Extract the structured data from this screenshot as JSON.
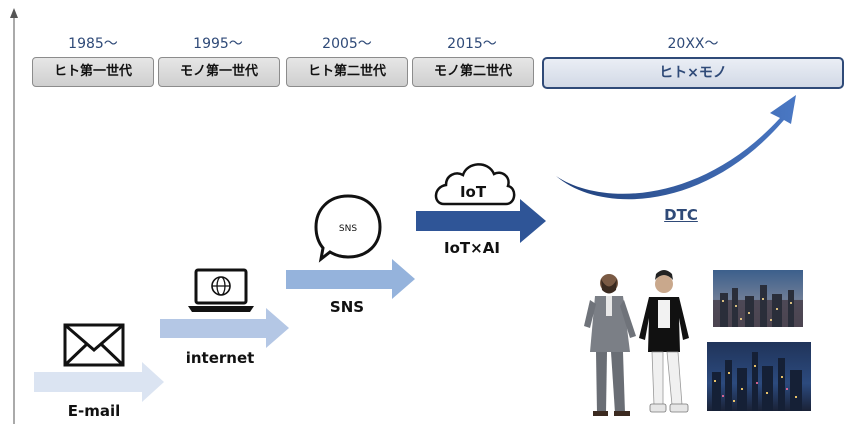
{
  "years": [
    "1985〜",
    "1995〜",
    "2005〜",
    "2015〜",
    "20XX〜"
  ],
  "eras": [
    "ヒト第一世代",
    "モノ第一世代",
    "ヒト第二世代",
    "モノ第二世代",
    "ヒト×モノ"
  ],
  "stages": {
    "email": "E-mail",
    "internet": "internet",
    "sns": "SNS",
    "sns_bubble": "SNS",
    "iot_ai": "IoT×AI",
    "iot_cloud": "IoT",
    "dtc": "DTC"
  },
  "icons": [
    "envelope-icon",
    "laptop-globe-icon",
    "speech-bubble-icon",
    "cloud-icon",
    "curved-arrow-icon"
  ],
  "colors": {
    "arrow_lightest": "#dbe4f2",
    "arrow_light": "#b4c7e5",
    "arrow_mid": "#95b3dc",
    "arrow_dark": "#2f5597",
    "era_future": "#2f4a78"
  }
}
